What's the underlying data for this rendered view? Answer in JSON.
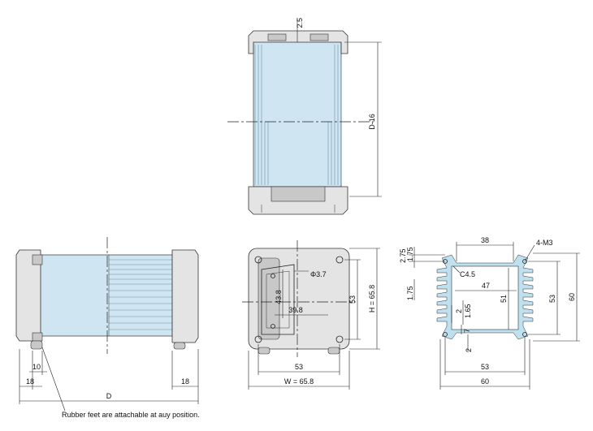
{
  "labels": {
    "top_gap": "2.5",
    "top_depth": "D-16",
    "side_left_10": "10",
    "side_left_18": "18",
    "side_right_18": "18",
    "side_total": "D",
    "note": "Rubber feet are attachable at auy position.",
    "front_hole": "Φ3.7",
    "front_43_8": "43.8",
    "front_39_8": "39.8",
    "front_53_v": "53",
    "front_h": "H = 65.8",
    "front_53_h": "53",
    "front_w": "W = 65.8",
    "sec_38": "38",
    "sec_4m3": "4-M3",
    "sec_2_75": "2.75",
    "sec_1_75a": "1.75",
    "sec_c4_5": "C4.5",
    "sec_1_75b": "1.75",
    "sec_47": "47",
    "sec_2a": "2",
    "sec_1_65": "1.65",
    "sec_51": "51",
    "sec_53_v": "53",
    "sec_60_v": "60",
    "sec_7": "7",
    "sec_2b": "2",
    "sec_53_h": "53",
    "sec_60_h": "60"
  }
}
